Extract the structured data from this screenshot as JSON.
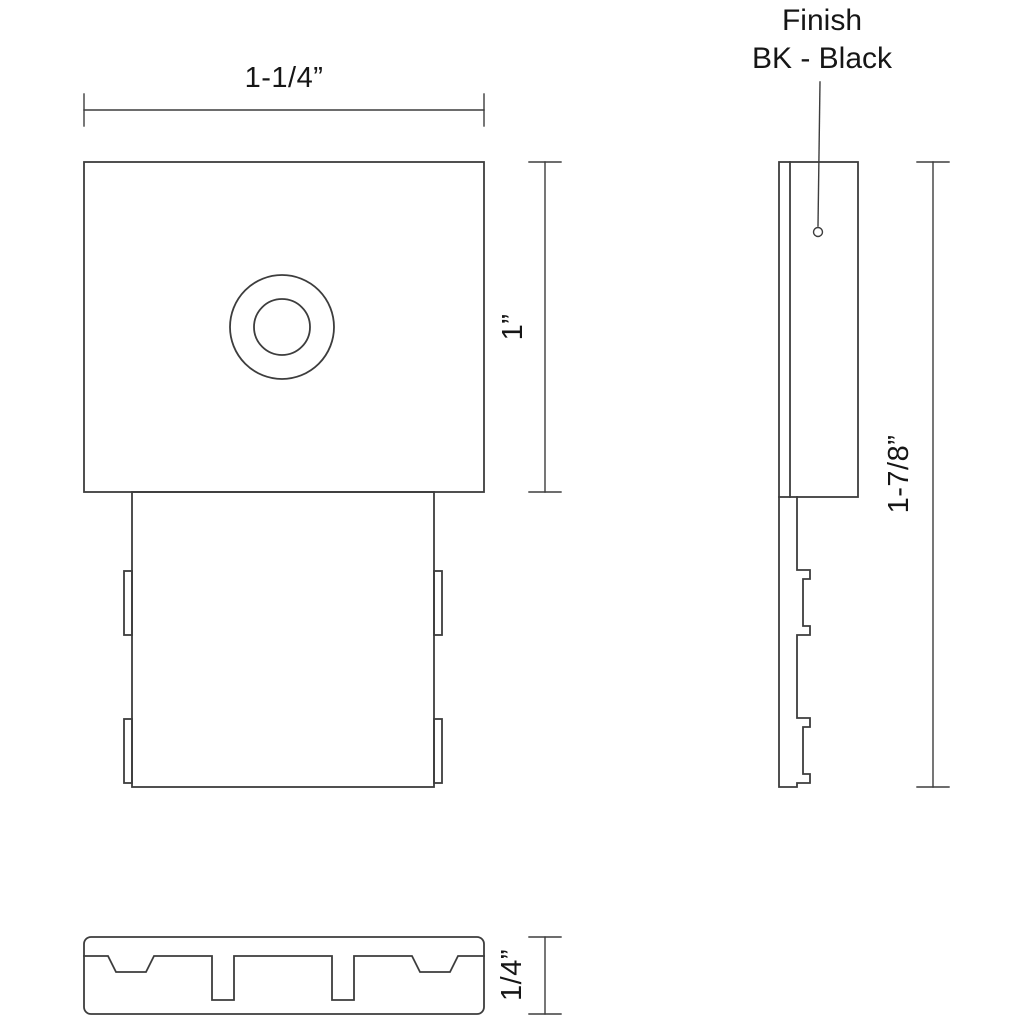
{
  "colors": {
    "line": "#3d3d3d",
    "text": "#161616"
  },
  "annotations": {
    "finish_line1": "Finish",
    "finish_line2": "BK - Black"
  },
  "dimensions": {
    "front_width": "1-1/4”",
    "front_height": "1”",
    "side_height": "1-7/8”",
    "profile_thickness": "1/4”"
  }
}
